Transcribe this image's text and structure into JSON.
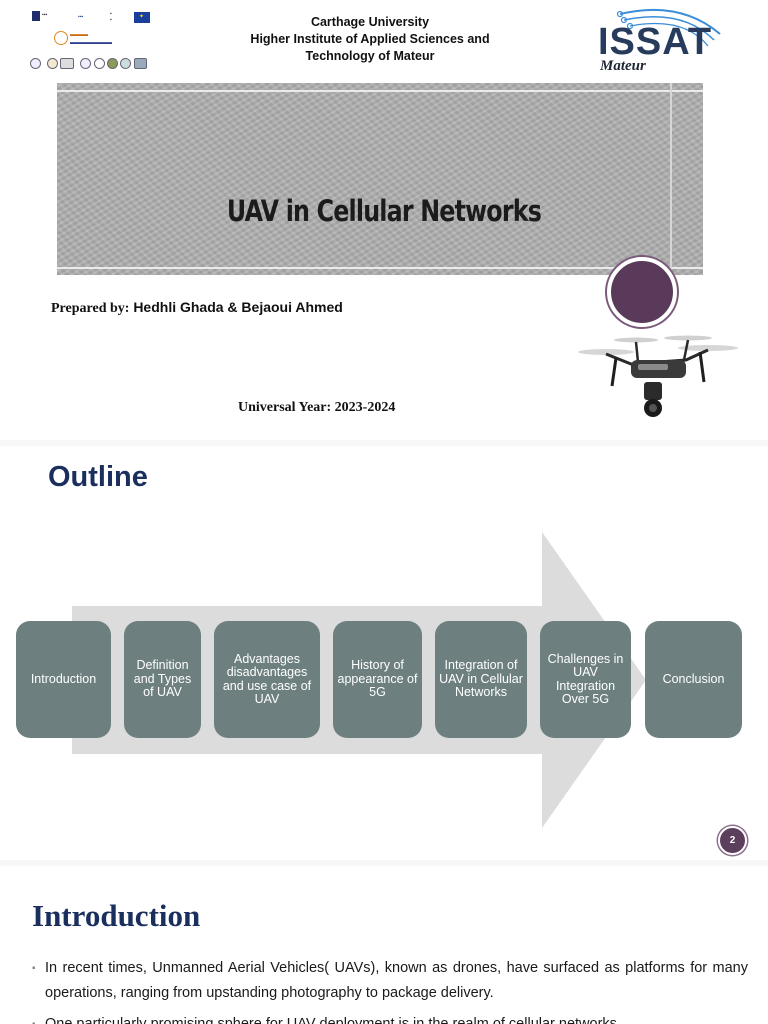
{
  "slide1": {
    "header_lines": [
      "Carthage University",
      "Higher Institute of Applied Sciences and",
      "Technology of Mateur"
    ],
    "issat_logo": {
      "main": "ISSAT",
      "sub": "Mateur"
    },
    "partner_logos": [
      "universite-logo",
      "eu-flag-logo",
      "master-cyber-physical-systems-logo",
      "partner-seal-logos"
    ],
    "title": "UAV in Cellular Networks",
    "prepared_label": "Prepared by:",
    "prepared_names": "Hedhli Ghada & Bejaoui Ahmed",
    "year": "Universal Year: 2023-2024",
    "colors": {
      "accent_purple": "#5a3a5a",
      "banner_gray": "#b0b0b0"
    }
  },
  "slide2": {
    "title": "Outline",
    "steps": [
      "Introduction",
      "Definition and Types of UAV",
      "Advantages disadvantages and use case of UAV",
      "History of appearance of 5G",
      "Integration of UAV in Cellular Networks",
      "Challenges in UAV Integration Over 5G",
      "Conclusion"
    ],
    "page_number": "2",
    "colors": {
      "title": "#1b2f5e",
      "step_box": "#6e7f7f",
      "arrow": "#dcdcdc"
    }
  },
  "slide3": {
    "title": "Introduction",
    "bullets": [
      "In recent times, Unmanned Aerial Vehicles( UAVs), known as drones, have surfaced as  platforms for many operations, ranging from upstanding photography to package delivery.",
      "One particularly promising sphere for UAV deployment is in the realm of cellular networks."
    ]
  }
}
